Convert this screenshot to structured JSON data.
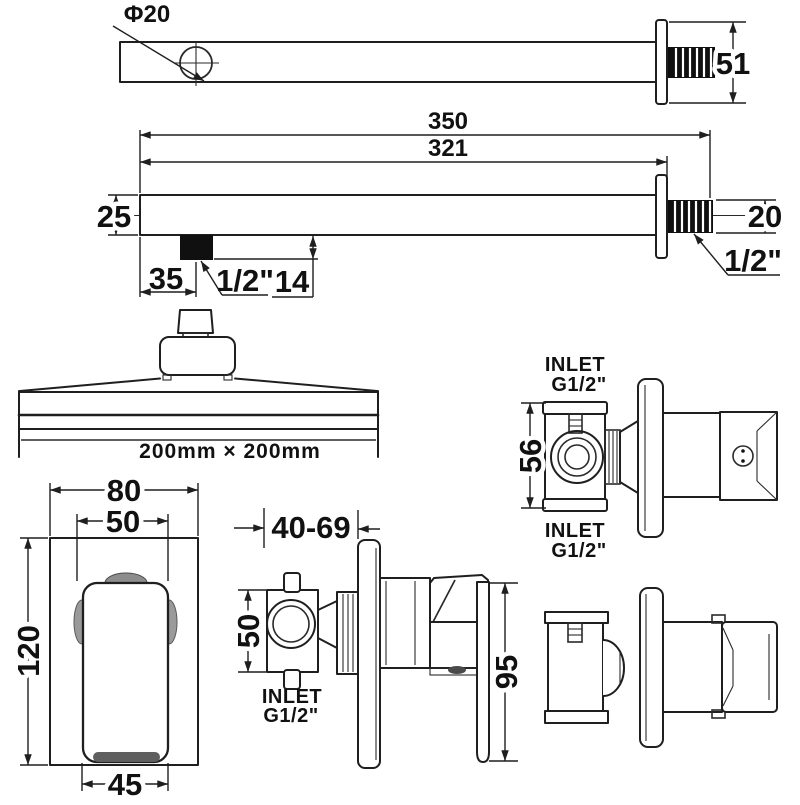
{
  "page": {
    "background": "#ffffff",
    "line_color": "#1f1f1f"
  },
  "arm_top_view": {
    "hole_diameter": "Φ20",
    "flange_size": "51"
  },
  "arm_side_view": {
    "overall_length": "350",
    "arm_length": "321",
    "arm_height": "25",
    "wall_thread_size": "20",
    "head_connector_offset": "35",
    "head_connector_thread": "1/2\"",
    "head_connector_length": "14",
    "wall_connector_thread": "1/2\""
  },
  "shower_head_view": {
    "size": "200mm × 200mm"
  },
  "valve_front_view": {
    "plate_width": "80",
    "handle_width": "50",
    "plate_height": "120",
    "handle_bottom_width": "45"
  },
  "valve_side_view": {
    "wall_depth_range": "40-69",
    "inlet_spacing": "50",
    "handle_height": "95",
    "inlet_line1": "INLET",
    "inlet_line2": "G1/2\""
  },
  "valve_back_view": {
    "body_height": "56",
    "inlet_top_line1": "INLET",
    "inlet_top_line2": "G1/2\"",
    "inlet_bottom_line1": "INLET",
    "inlet_bottom_line2": "G1/2\""
  }
}
